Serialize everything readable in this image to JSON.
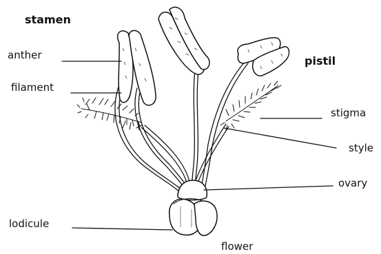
{
  "headings": {
    "stamen": "stamen",
    "pistil": "pistil"
  },
  "labels": {
    "anther": "anther",
    "filament": "filament",
    "stigma": "stigma",
    "style": "style",
    "ovary": "ovary",
    "lodicule": "lodicule",
    "flower": "flower"
  },
  "colors": {
    "ink": "#111111",
    "background": "#ffffff"
  }
}
